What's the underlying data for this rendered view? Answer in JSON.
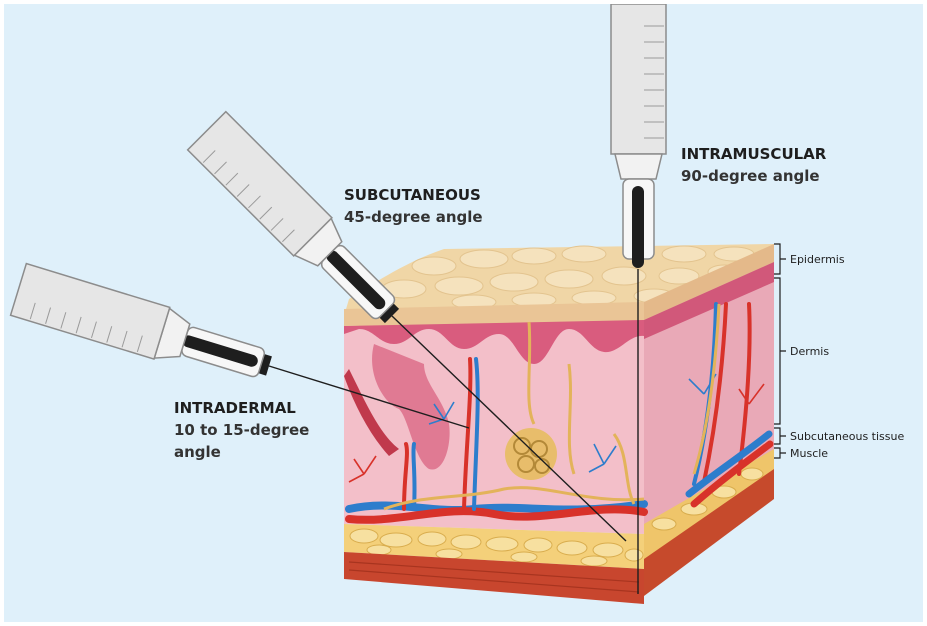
{
  "colors": {
    "background": "#dff0fa",
    "epidermis": "#f0d6a6",
    "dermis": "#f2b9c4",
    "dermis_dark": "#d9607f",
    "fat": "#f5d27c",
    "muscle": "#c8462e",
    "artery": "#d8322a",
    "vein": "#2d7dcc",
    "nerve": "#e3b35a",
    "syringe_body": "#e6e6e6",
    "needle_cap": "#1e1e1e"
  },
  "injections": [
    {
      "name": "SUBCUTANEOUS",
      "angle": "45-degree angle"
    },
    {
      "name": "INTRAMUSCULAR",
      "angle": "90-degree angle"
    },
    {
      "name": "INTRADERMAL",
      "angle_line1": "10 to 15-degree",
      "angle_line2": "angle"
    }
  ],
  "layers": [
    "Epidermis",
    "Dermis",
    "Subcutaneous tissue",
    "Muscle"
  ],
  "icons": [
    "syringe-icon",
    "syringe-icon",
    "syringe-icon"
  ]
}
